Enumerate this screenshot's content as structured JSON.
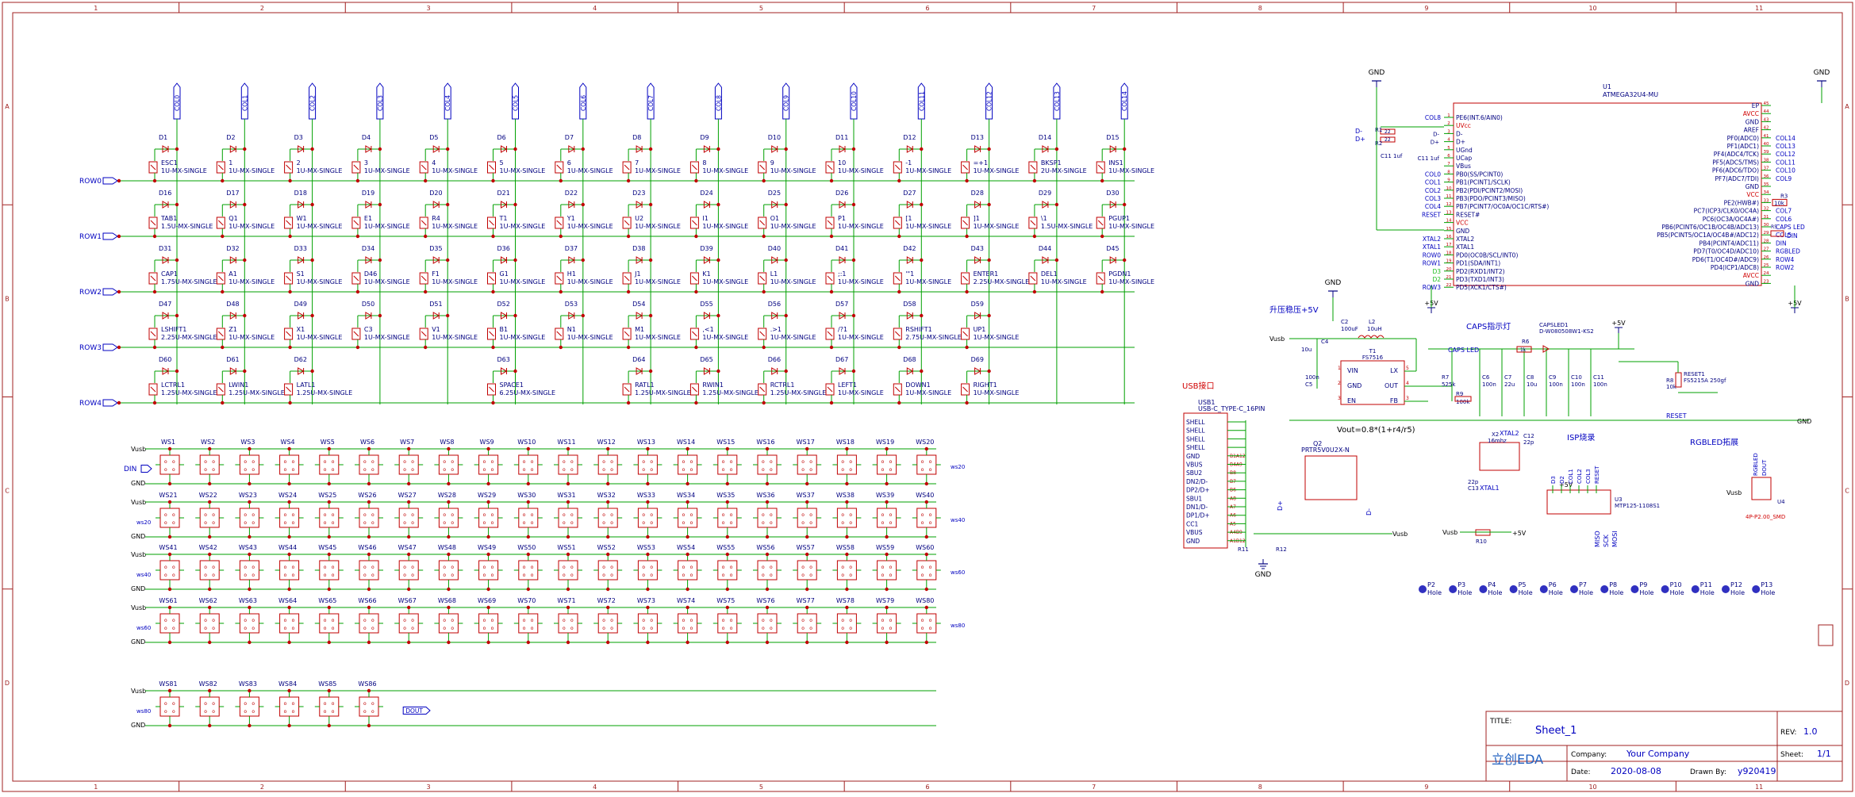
{
  "frame": {
    "cols": [
      "1",
      "2",
      "3",
      "4",
      "5",
      "6",
      "7",
      "8",
      "9",
      "10",
      "11"
    ],
    "rows": [
      "A",
      "B",
      "C",
      "D"
    ]
  },
  "matrix": {
    "col_nets": [
      "COL0",
      "COL1",
      "COL2",
      "COL3",
      "COL4",
      "COL5",
      "COL6",
      "COL7",
      "COL8",
      "COL9",
      "COL10",
      "COL11",
      "COL12",
      "COL13",
      "COL14"
    ],
    "row_nets": [
      "ROW0",
      "ROW1",
      "ROW2",
      "ROW3",
      "ROW4"
    ],
    "footprint": "1U-MX-SINGLE",
    "rows": [
      [
        {
          "d": "D1",
          "k": "ESC1",
          "f": "1U-MX-SINGLE"
        },
        {
          "d": "D2",
          "k": "1",
          "f": "1U-MX-SINGLE"
        },
        {
          "d": "D3",
          "k": "2",
          "f": "1U-MX-SINGLE"
        },
        {
          "d": "D4",
          "k": "3",
          "f": "1U-MX-SINGLE"
        },
        {
          "d": "D5",
          "k": "4",
          "f": "1U-MX-SINGLE"
        },
        {
          "d": "D6",
          "k": "5",
          "f": "1U-MX-SINGLE"
        },
        {
          "d": "D7",
          "k": "6",
          "f": "1U-MX-SINGLE"
        },
        {
          "d": "D8",
          "k": "7",
          "f": "1U-MX-SINGLE"
        },
        {
          "d": "D9",
          "k": "8",
          "f": "1U-MX-SINGLE"
        },
        {
          "d": "D10",
          "k": "9",
          "f": "1U-MX-SINGLE"
        },
        {
          "d": "D11",
          "k": "10",
          "f": "1U-MX-SINGLE"
        },
        {
          "d": "D12",
          "k": "-1",
          "f": "1U-MX-SINGLE"
        },
        {
          "d": "D13",
          "k": "=+1",
          "f": "1U-MX-SINGLE"
        },
        {
          "d": "D14",
          "k": "BKSP1",
          "f": "2U-MX-SINGLE"
        },
        {
          "d": "D15",
          "k": "INS1",
          "f": "1U-MX-SINGLE"
        }
      ],
      [
        {
          "d": "D16",
          "k": "TAB1",
          "f": "1.5U-MX-SINGLE"
        },
        {
          "d": "D17",
          "k": "Q1",
          "f": "1U-MX-SINGLE"
        },
        {
          "d": "D18",
          "k": "W1",
          "f": "1U-MX-SINGLE"
        },
        {
          "d": "D19",
          "k": "E1",
          "f": "1U-MX-SINGLE"
        },
        {
          "d": "D20",
          "k": "R4",
          "f": "1U-MX-SINGLE"
        },
        {
          "d": "D21",
          "k": "T1",
          "f": "1U-MX-SINGLE"
        },
        {
          "d": "D22",
          "k": "Y1",
          "f": "1U-MX-SINGLE"
        },
        {
          "d": "D23",
          "k": "U2",
          "f": "1U-MX-SINGLE"
        },
        {
          "d": "D24",
          "k": "I1",
          "f": "1U-MX-SINGLE"
        },
        {
          "d": "D25",
          "k": "O1",
          "f": "1U-MX-SINGLE"
        },
        {
          "d": "D26",
          "k": "P1",
          "f": "1U-MX-SINGLE"
        },
        {
          "d": "D27",
          "k": "[1",
          "f": "1U-MX-SINGLE"
        },
        {
          "d": "D28",
          "k": "]1",
          "f": "1U-MX-SINGLE"
        },
        {
          "d": "D29",
          "k": "\\1",
          "f": "1.5U-MX-SINGLE"
        },
        {
          "d": "D30",
          "k": "PGUP1",
          "f": "1U-MX-SINGLE"
        }
      ],
      [
        {
          "d": "D31",
          "k": "CAP1",
          "f": "1.75U-MX-SINGLE"
        },
        {
          "d": "D32",
          "k": "A1",
          "f": "1U-MX-SINGLE"
        },
        {
          "d": "D33",
          "k": "S1",
          "f": "1U-MX-SINGLE"
        },
        {
          "d": "D34",
          "k": "D46",
          "f": "1U-MX-SINGLE"
        },
        {
          "d": "D35",
          "k": "F1",
          "f": "1U-MX-SINGLE"
        },
        {
          "d": "D36",
          "k": "G1",
          "f": "1U-MX-SINGLE"
        },
        {
          "d": "D37",
          "k": "H1",
          "f": "1U-MX-SINGLE"
        },
        {
          "d": "D38",
          "k": "J1",
          "f": "1U-MX-SINGLE"
        },
        {
          "d": "D39",
          "k": "K1",
          "f": "1U-MX-SINGLE"
        },
        {
          "d": "D40",
          "k": "L1",
          "f": "1U-MX-SINGLE"
        },
        {
          "d": "D41",
          "k": ";:1",
          "f": "1U-MX-SINGLE"
        },
        {
          "d": "D42",
          "k": "'\"1",
          "f": "1U-MX-SINGLE"
        },
        {
          "d": "D43",
          "k": "ENTER1",
          "f": "2.25U-MX-SINGLE"
        },
        {
          "d": "D44",
          "k": "DEL1",
          "f": "1U-MX-SINGLE"
        },
        {
          "d": "D45",
          "k": "PGDN1",
          "f": "1U-MX-SINGLE"
        }
      ],
      [
        {
          "d": "D47",
          "k": "LSHIFT1",
          "f": "2.25U-MX-SINGLE"
        },
        {
          "d": "D48",
          "k": "Z1",
          "f": "1U-MX-SINGLE"
        },
        {
          "d": "D49",
          "k": "X1",
          "f": "1U-MX-SINGLE"
        },
        {
          "d": "D50",
          "k": "C3",
          "f": "1U-MX-SINGLE"
        },
        {
          "d": "D51",
          "k": "V1",
          "f": "1U-MX-SINGLE"
        },
        {
          "d": "D52",
          "k": "B1",
          "f": "1U-MX-SINGLE"
        },
        {
          "d": "D53",
          "k": "N1",
          "f": "1U-MX-SINGLE"
        },
        {
          "d": "D54",
          "k": "M1",
          "f": "1U-MX-SINGLE"
        },
        {
          "d": "D55",
          "k": ",<1",
          "f": "1U-MX-SINGLE"
        },
        {
          "d": "D56",
          "k": ".>1",
          "f": "1U-MX-SINGLE"
        },
        {
          "d": "D57",
          "k": "/?1",
          "f": "1U-MX-SINGLE"
        },
        {
          "d": "D58",
          "k": "RSHIFT1",
          "f": "2.75U-MX-SINGLE"
        },
        {
          "d": "D59",
          "k": "UP1",
          "f": "1U-MX-SINGLE"
        }
      ],
      [
        {
          "d": "D60",
          "k": "LCTRL1",
          "f": "1.25U-MX-SINGLE",
          "c": 0
        },
        {
          "d": "D61",
          "k": "LWIN1",
          "f": "1.25U-MX-SINGLE",
          "c": 1
        },
        {
          "d": "D62",
          "k": "LATL1",
          "f": "1.25U-MX-SINGLE",
          "c": 2
        },
        {
          "d": "D63",
          "k": "SPACE1",
          "f": "6.25U-MX-SINGLE",
          "c": 5
        },
        {
          "d": "D64",
          "k": "RATL1",
          "f": "1.25U-MX-SINGLE",
          "c": 7
        },
        {
          "d": "D65",
          "k": "RWIN1",
          "f": "1.25U-MX-SINGLE",
          "c": 8
        },
        {
          "d": "D66",
          "k": "RCTRL1",
          "f": "1.25U-MX-SINGLE",
          "c": 9
        },
        {
          "d": "D67",
          "k": "LEFT1",
          "f": "1U-MX-SINGLE",
          "c": 10
        },
        {
          "d": "D68",
          "k": "DOWN1",
          "f": "1U-MX-SINGLE",
          "c": 11
        },
        {
          "d": "D69",
          "k": "RIGHT1",
          "f": "1U-MX-SINGLE",
          "c": 12
        }
      ]
    ]
  },
  "ws_chain": {
    "vusb": "Vusb",
    "gnd": "GND",
    "din": "DIN",
    "dout": "DOUT",
    "rows": [
      {
        "in": "DIN",
        "out": "ws20",
        "first": 1,
        "count": 20
      },
      {
        "in": "ws20",
        "out": "ws40",
        "first": 21,
        "count": 20
      },
      {
        "in": "ws40",
        "out": "ws60",
        "first": 41,
        "count": 20
      },
      {
        "in": "ws60",
        "out": "ws80",
        "first": 61,
        "count": 20
      },
      {
        "in": "ws80",
        "out": "DOUT",
        "first": 81,
        "count": 6
      }
    ],
    "prefix": "WS"
  },
  "mcu": {
    "ref": "U1",
    "part": "ATMEGA32U4-MU",
    "gnd_top_left": "GND",
    "gnd_top_right": "GND",
    "plus5v_left": "+5V",
    "plus5v_right": "+5V",
    "left_pins": [
      {
        "n": "1",
        "name": "PE6(INT.6/AIN0)",
        "net": "COL8"
      },
      {
        "n": "2",
        "name": "UVcc",
        "net": "",
        "red": true
      },
      {
        "n": "3",
        "name": "D-",
        "net": "D-"
      },
      {
        "n": "4",
        "name": "D+",
        "net": "D+"
      },
      {
        "n": "5",
        "name": "UGnd",
        "net": ""
      },
      {
        "n": "6",
        "name": "UCap",
        "net": "C11 1uf"
      },
      {
        "n": "7",
        "name": "VBus",
        "net": ""
      },
      {
        "n": "8",
        "name": "PB0(SS/PCINT0)",
        "net": "COL0"
      },
      {
        "n": "9",
        "name": "PB1(PCINT1/SCLK)",
        "net": "COL1"
      },
      {
        "n": "10",
        "name": "PB2(PDI/PCINT2/MOSI)",
        "net": "COL2"
      },
      {
        "n": "11",
        "name": "PB3(PDO/PCINT3/MISO)",
        "net": "COL3"
      },
      {
        "n": "12",
        "name": "PB7(PCINT7/OC0A/OC1C/RTS#)",
        "net": "COL4"
      },
      {
        "n": "13",
        "name": "RESET#",
        "net": "RESET"
      },
      {
        "n": "14",
        "name": "VCC",
        "net": "",
        "red": true
      },
      {
        "n": "15",
        "name": "GND",
        "net": ""
      },
      {
        "n": "16",
        "name": "XTAL2",
        "net": "XTAL2"
      },
      {
        "n": "17",
        "name": "XTAL1",
        "net": "XTAL1"
      },
      {
        "n": "18",
        "name": "PD0(OC0B/SCL/INT0)",
        "net": "ROW0"
      },
      {
        "n": "19",
        "name": "PD1(SDA/INT1)",
        "net": "ROW1"
      },
      {
        "n": "20",
        "name": "PD2(RXD1/INT2)",
        "net": "D3"
      },
      {
        "n": "21",
        "name": "PD3(TXD1/INT3)",
        "net": "D2"
      },
      {
        "n": "22",
        "name": "PD5(XCK1/CTS#)",
        "net": "ROW3"
      }
    ],
    "right_pins": [
      {
        "n": "45",
        "name": "EP",
        "net": ""
      },
      {
        "n": "44",
        "name": "AVCC",
        "net": "",
        "red": true
      },
      {
        "n": "43",
        "name": "GND",
        "net": ""
      },
      {
        "n": "42",
        "name": "AREF",
        "net": ""
      },
      {
        "n": "41",
        "name": "PF0(ADC0)",
        "net": "COL14"
      },
      {
        "n": "40",
        "name": "PF1(ADC1)",
        "net": "COL13"
      },
      {
        "n": "39",
        "name": "PF4(ADC4/TCK)",
        "net": "COL12"
      },
      {
        "n": "38",
        "name": "PF5(ADC5/TMS)",
        "net": "COL11"
      },
      {
        "n": "37",
        "name": "PF6(ADC6/TDO)",
        "net": "COL10"
      },
      {
        "n": "36",
        "name": "PF7(ADC7/TDI)",
        "net": "COL9"
      },
      {
        "n": "35",
        "name": "GND",
        "net": ""
      },
      {
        "n": "34",
        "name": "VCC",
        "net": "",
        "red": true
      },
      {
        "n": "33",
        "name": "PE2(HWB#)",
        "net": "R3 10k"
      },
      {
        "n": "32",
        "name": "PC7(ICP3/CLK0/OC4A)",
        "net": "COL7"
      },
      {
        "n": "31",
        "name": "PC6(OC3A/OC4A#)",
        "net": "COL6"
      },
      {
        "n": "30",
        "name": "PB6(PCINT6/OC1B/OC4B/ADC13)",
        "net": "CAPS LED"
      },
      {
        "n": "29",
        "name": "PB5(PCINT5/OC1A/OC4B#/ADC12)",
        "net": "COL5"
      },
      {
        "n": "28",
        "name": "PB4(PCINT4/ADC11)",
        "net": "DIN"
      },
      {
        "n": "27",
        "name": "PD7(T0/OC4D/ADC10)",
        "net": "RGBLED"
      },
      {
        "n": "26",
        "name": "PD6(T1/OC4D#/ADC9)",
        "net": "ROW4"
      },
      {
        "n": "25",
        "name": "PD4(ICP1/ADC8)",
        "net": "ROW2"
      },
      {
        "n": "24",
        "name": "AVCC",
        "net": "",
        "red": true
      },
      {
        "n": "23",
        "name": "GND",
        "net": ""
      }
    ],
    "r1": "R1",
    "r1v": "22",
    "r2": "R2",
    "r2v": "22",
    "r3": "R3",
    "r3v": "10k",
    "r5": "R5",
    "r5v": "22",
    "r5_net": "DIN"
  },
  "boost": {
    "title": "升压稳压+5V",
    "gnd": "GND",
    "vusb": "Vusb",
    "c2": "C2",
    "c2v": "100uF",
    "l2": "L2",
    "l2v": "10uH",
    "c4": "C4",
    "c4v": "10u",
    "c5": "C5",
    "c5v": "100n",
    "u": "T1",
    "uv": "FS7516",
    "pins": [
      {
        "n": "1",
        "name": "VIN"
      },
      {
        "n": "2",
        "name": "GND"
      },
      {
        "n": "3",
        "name": "EN"
      },
      {
        "n": "5",
        "name": "LX"
      },
      {
        "n": "4",
        "name": "OUT"
      },
      {
        "n": "3",
        "name": "FB"
      }
    ],
    "r7": "R7",
    "r7v": "525k",
    "r9": "R9",
    "r9v": "100k",
    "caps": [
      {
        "r": "C6",
        "v": "100n"
      },
      {
        "r": "C7",
        "v": "22u"
      },
      {
        "r": "C8",
        "v": "10u"
      },
      {
        "r": "C9",
        "v": "100n"
      },
      {
        "r": "C10",
        "v": "100n"
      },
      {
        "r": "C11",
        "v": "100n"
      }
    ],
    "formula": "Vout=0.8*(1+r4/r5)"
  },
  "caps_led": {
    "title": "CAPS指示灯",
    "led": "CAPSLED1",
    "led_part": "D-W080508W1-KS2",
    "plus5v": "+5V",
    "r6": "R6",
    "r6v": "1k",
    "net": "CAPS LED"
  },
  "reset": {
    "r8": "R8",
    "r8v": "10k",
    "sw": "RESET1",
    "sw_part": "FS5215A 250gf",
    "net": "RESET"
  },
  "usb": {
    "title": "USB接口",
    "ref": "USB1",
    "part": "USB-C_TYPE-C_16PIN",
    "pins": [
      {
        "name": "SHELL",
        "n": ""
      },
      {
        "name": "SHELL",
        "n": ""
      },
      {
        "name": "SHELL",
        "n": ""
      },
      {
        "name": "SHELL",
        "n": ""
      },
      {
        "name": "GND",
        "n": "B1A12"
      },
      {
        "name": "VBUS",
        "n": "B4A9"
      },
      {
        "name": "SBU2",
        "n": "B8"
      },
      {
        "name": "DN2/D-",
        "n": "B7"
      },
      {
        "name": "DP2/D+",
        "n": "B6"
      },
      {
        "name": "SBU1",
        "n": "A8"
      },
      {
        "name": "DN1/D-",
        "n": "A7"
      },
      {
        "name": "DP1/D+",
        "n": "A6"
      },
      {
        "name": "CC1",
        "n": "A5"
      },
      {
        "name": "VBUS",
        "n": "A4B9"
      },
      {
        "name": "GND",
        "n": "A1B12"
      }
    ],
    "q2": "Q2",
    "q2v": "PRTR5V0U2X-N",
    "dplus": "D+",
    "dminus": "D-",
    "vusb": "Vusb",
    "r11": "R11",
    "r12": "R12",
    "gnd": "GND"
  },
  "crystal": {
    "x2": "X2",
    "x2v": "16mhz",
    "xtal1": "XTAL1",
    "xtal2": "XTAL2",
    "c12": "C12",
    "c12v": "22p",
    "c13": "C13",
    "c13v": "22p"
  },
  "isp": {
    "title": "ISP烧录",
    "plus5v": "+5V",
    "ref": "U3",
    "part": "MTP125-1108S1",
    "pins": [
      "D3",
      "D2",
      "COL1",
      "COL2",
      "COL3",
      "RESET"
    ],
    "labels": [
      "MISO",
      "SCK",
      "MOSI"
    ]
  },
  "rgbled": {
    "title": "RGBLED拓展",
    "vusb": "Vusb",
    "ref": "U4",
    "part": "4P-P2.00_SMD",
    "pins": [
      "RGBLED",
      "DOUT"
    ],
    "gnd": "GND"
  },
  "misc": {
    "r10": "R10",
    "vusb": "Vusb",
    "plus5v": "+5V"
  },
  "holes": [
    "P2",
    "P3",
    "P4",
    "P5",
    "P6",
    "P7",
    "P8",
    "P9",
    "P10",
    "P11",
    "P12",
    "P13"
  ],
  "hole_label": "Hole",
  "title_block": {
    "title_label": "TITLE:",
    "title": "Sheet_1",
    "rev_label": "REV:",
    "rev": "1.0",
    "company_label": "Company:",
    "company": "Your Company",
    "sheet_label": "Sheet:",
    "sheet": "1/1",
    "date_label": "Date:",
    "date": "2020-08-08",
    "drawn_label": "Drawn By:",
    "drawn": "y920419",
    "logo": "立创EDA"
  },
  "colors": {
    "frame": "#a02020",
    "wire": "#00a000",
    "part": "#c00000",
    "text": "#000080",
    "net_label": "#0000c0",
    "junction": "#c00000"
  }
}
